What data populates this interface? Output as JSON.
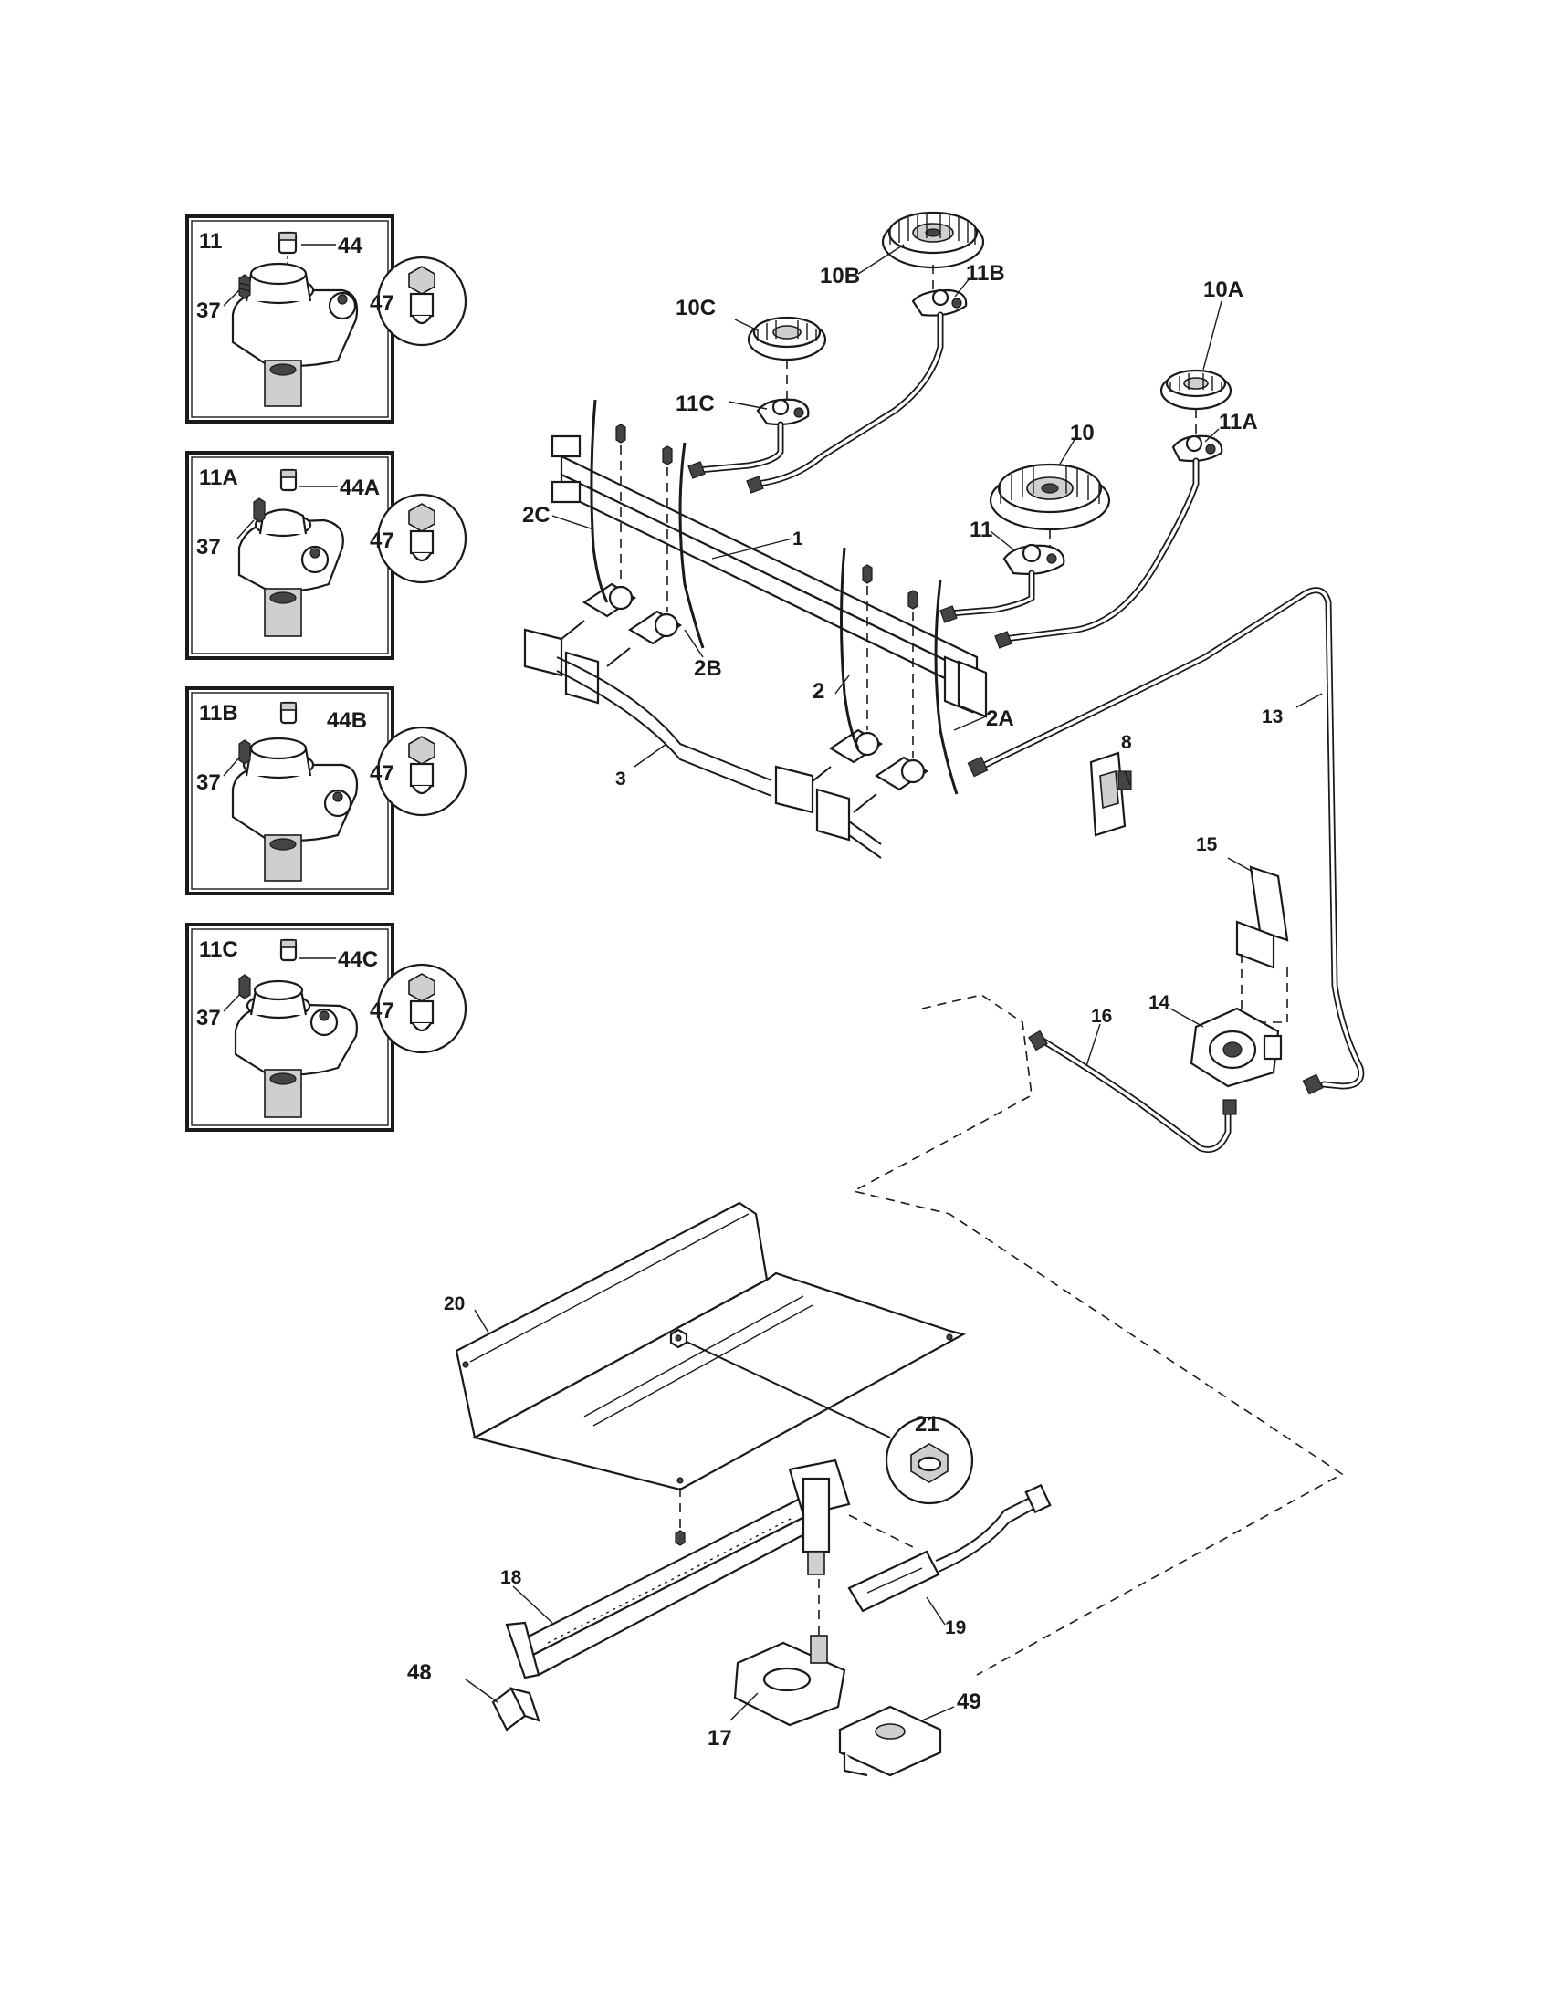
{
  "insets": [
    {
      "title": "11",
      "labels": {
        "cap": "44",
        "screw": "37",
        "orifice": "47"
      }
    },
    {
      "title": "11A",
      "labels": {
        "cap": "44A",
        "screw": "37",
        "orifice": "47"
      }
    },
    {
      "title": "11B",
      "labels": {
        "cap": "44B",
        "screw": "37",
        "orifice": "47"
      }
    },
    {
      "title": "11C",
      "labels": {
        "cap": "44C",
        "screw": "37",
        "orifice": "47"
      }
    }
  ],
  "callouts": {
    "c1": "1",
    "c2": "2",
    "c2A": "2A",
    "c2B": "2B",
    "c2C": "2C",
    "c3": "3",
    "c8": "8",
    "c10": "10",
    "c10A": "10A",
    "c10B": "10B",
    "c10C": "10C",
    "c11": "11",
    "c11A": "11A",
    "c11B": "11B",
    "c11C": "11C",
    "c13": "13",
    "c14": "14",
    "c15": "15",
    "c16": "16",
    "c17": "17",
    "c18": "18",
    "c19": "19",
    "c20": "20",
    "c21": "21",
    "c48": "48",
    "c49": "49"
  }
}
